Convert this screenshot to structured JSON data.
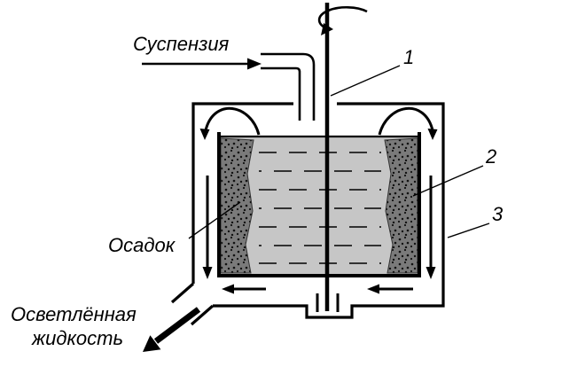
{
  "figure": {
    "labels": {
      "suspension": "Суспензия",
      "sediment": "Осадок",
      "clarified_line1": "Осветлённая",
      "clarified_line2": "жидкость"
    },
    "callouts": {
      "c1": "1",
      "c2": "2",
      "c3": "3"
    },
    "colors": {
      "line": "#000000",
      "liquid_fill": "#c6c6c6",
      "sediment_fill": "#7a7a7a",
      "background": "#ffffff"
    }
  }
}
